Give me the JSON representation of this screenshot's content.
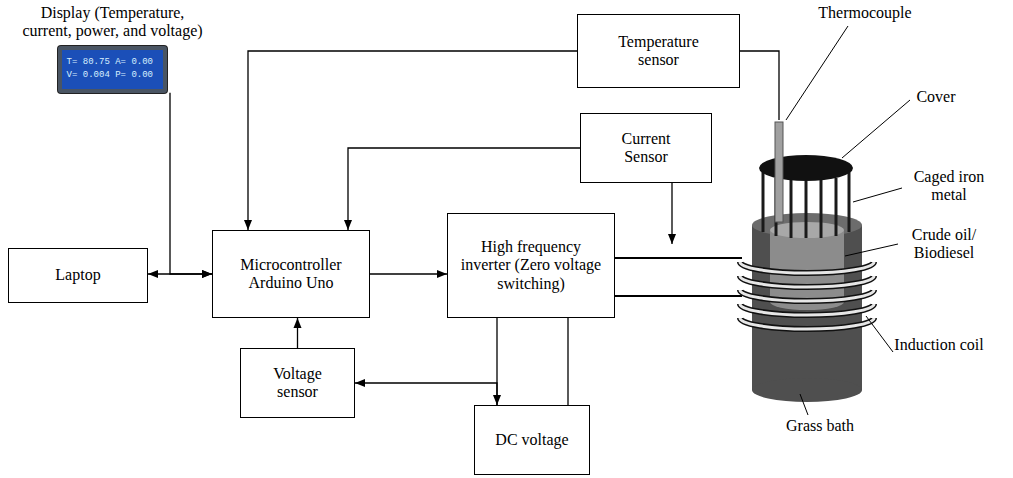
{
  "diagram": {
    "nodes": [
      {
        "text": [
          "Display (Temperature, current, power, and voltage)",
          "T= 80.75 A= 0.00 V= 0.004 P= 0.00"
        ]
      },
      {
        "text": [
          "Temperature sensor"
        ]
      },
      {
        "text": [
          "Current Sensor"
        ]
      },
      {
        "text": [
          "Laptop"
        ]
      },
      {
        "text": [
          "Microcontroller Arduino Uno"
        ]
      },
      {
        "text": [
          "High frequency inverter (Zero voltage switching)"
        ]
      },
      {
        "text": [
          "Voltage sensor"
        ]
      },
      {
        "text": [
          "DC voltage"
        ]
      }
    ],
    "edges": [
      {
        "from": 1,
        "to": 4,
        "arrow": "to"
      },
      {
        "from": 2,
        "to": 4,
        "arrow": "to"
      },
      {
        "from": 3,
        "to": 4,
        "arrow": "both"
      },
      {
        "from": 0,
        "to": 4,
        "arrow": "to"
      },
      {
        "from": 4,
        "to": 5,
        "arrow": "to"
      },
      {
        "from": 6,
        "to": 4,
        "arrow": "to"
      },
      {
        "from": 6,
        "to": 7,
        "arrow": "both"
      },
      {
        "from": 5,
        "to": 7,
        "arrow": "none"
      },
      {
        "from": 5,
        "to": 7,
        "arrow": "none"
      }
    ],
    "labels": [
      "Thermocouple",
      "Cover",
      "Caged iron metal",
      "Crude oil/ Biodiesel",
      "Induction coil",
      "Grass bath"
    ]
  }
}
